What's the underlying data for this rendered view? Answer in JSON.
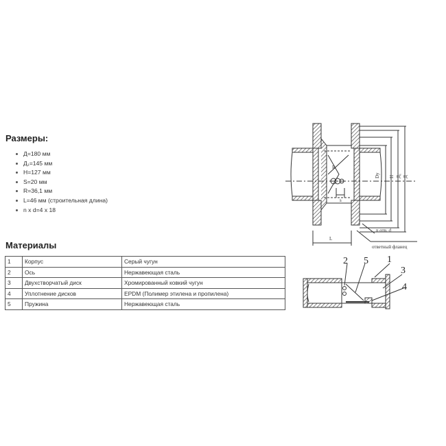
{
  "dimensions": {
    "title": "Размеры:",
    "items": [
      "Д=180 мм",
      "Д₁=145 мм",
      "H=127 мм",
      "S=20 мм",
      "R=36,1 мм",
      "L=46 мм (строительная длина)",
      "n x d=4 x 18"
    ]
  },
  "materials": {
    "title": "Материалы",
    "rows": [
      {
        "num": "1",
        "part": "Корпус",
        "material": "Серый чугун"
      },
      {
        "num": "2",
        "part": "Ось",
        "material": "Нержавеющая сталь"
      },
      {
        "num": "3",
        "part": "Двухстворчатый диск",
        "material": "Хромированный ковкий чугун"
      },
      {
        "num": "4",
        "part": "Уплотнение дисков",
        "material": "EPDM (Полимер этилена и пропилена)"
      },
      {
        "num": "5",
        "part": "Пружина",
        "material": "Нержавеющая сталь"
      }
    ]
  },
  "drawing_top": {
    "label_R": "R",
    "label_S": "s",
    "label_L": "L",
    "label_D": "Д",
    "label_D1": "Д₁",
    "label_H": "H",
    "label_Dy": "Dy",
    "label_holes": "n отв. d",
    "label_flange": "ответный фланец"
  },
  "drawing_bottom": {
    "callouts": [
      "2",
      "5",
      "1",
      "3",
      "4"
    ]
  }
}
